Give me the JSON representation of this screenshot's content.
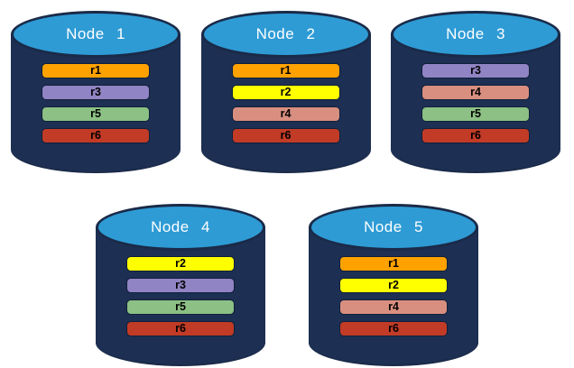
{
  "palette": {
    "background": "#FFFFFF",
    "cylinder_body": "#1D2F52",
    "cylinder_top": "#2E9BD5",
    "cylinder_outline": "#1A2A48",
    "bar_border": "#10203B",
    "title_text": "#FFFFFF",
    "bar_text": "#000000"
  },
  "replica_colors": {
    "r1": "#FFA200",
    "r2": "#FFFF00",
    "r3": "#9184C4",
    "r4": "#D98F80",
    "r5": "#8CC084",
    "r6": "#C13B26"
  },
  "nodes": [
    {
      "label": "Node 1",
      "replicas": [
        {
          "label": "r1",
          "color": "#FFA200"
        },
        {
          "label": "r3",
          "color": "#9184C4"
        },
        {
          "label": "r5",
          "color": "#8CC084"
        },
        {
          "label": "r6",
          "color": "#C13B26"
        }
      ]
    },
    {
      "label": "Node 2",
      "replicas": [
        {
          "label": "r1",
          "color": "#FFA200"
        },
        {
          "label": "r2",
          "color": "#FFFF00"
        },
        {
          "label": "r4",
          "color": "#D98F80"
        },
        {
          "label": "r6",
          "color": "#C13B26"
        }
      ]
    },
    {
      "label": "Node 3",
      "replicas": [
        {
          "label": "r3",
          "color": "#9184C4"
        },
        {
          "label": "r4",
          "color": "#D98F80"
        },
        {
          "label": "r5",
          "color": "#8CC084"
        },
        {
          "label": "r6",
          "color": "#C13B26"
        }
      ]
    },
    {
      "label": "Node 4",
      "replicas": [
        {
          "label": "r2",
          "color": "#FFFF00"
        },
        {
          "label": "r3",
          "color": "#9184C4"
        },
        {
          "label": "r5",
          "color": "#8CC084"
        },
        {
          "label": "r6",
          "color": "#C13B26"
        }
      ]
    },
    {
      "label": "Node 5",
      "replicas": [
        {
          "label": "r1",
          "color": "#FFA200"
        },
        {
          "label": "r2",
          "color": "#FFFF00"
        },
        {
          "label": "r4",
          "color": "#D98F80"
        },
        {
          "label": "r6",
          "color": "#C13B26"
        }
      ]
    }
  ]
}
